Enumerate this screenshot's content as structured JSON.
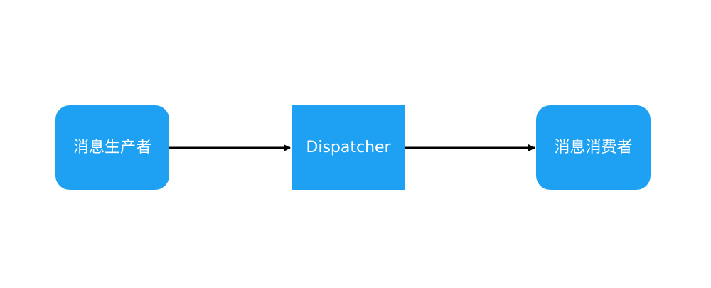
{
  "diagram": {
    "nodes": [
      {
        "id": "producer",
        "label": "消息生产者"
      },
      {
        "id": "dispatcher",
        "label": "Dispatcher"
      },
      {
        "id": "consumer",
        "label": "消息消费者"
      }
    ],
    "edges": [
      {
        "from": "producer",
        "to": "dispatcher"
      },
      {
        "from": "dispatcher",
        "to": "consumer"
      }
    ]
  },
  "colors": {
    "node_fill": "#1ea1f2",
    "node_text": "#ffffff",
    "edge": "#000000",
    "background": "#ffffff"
  }
}
